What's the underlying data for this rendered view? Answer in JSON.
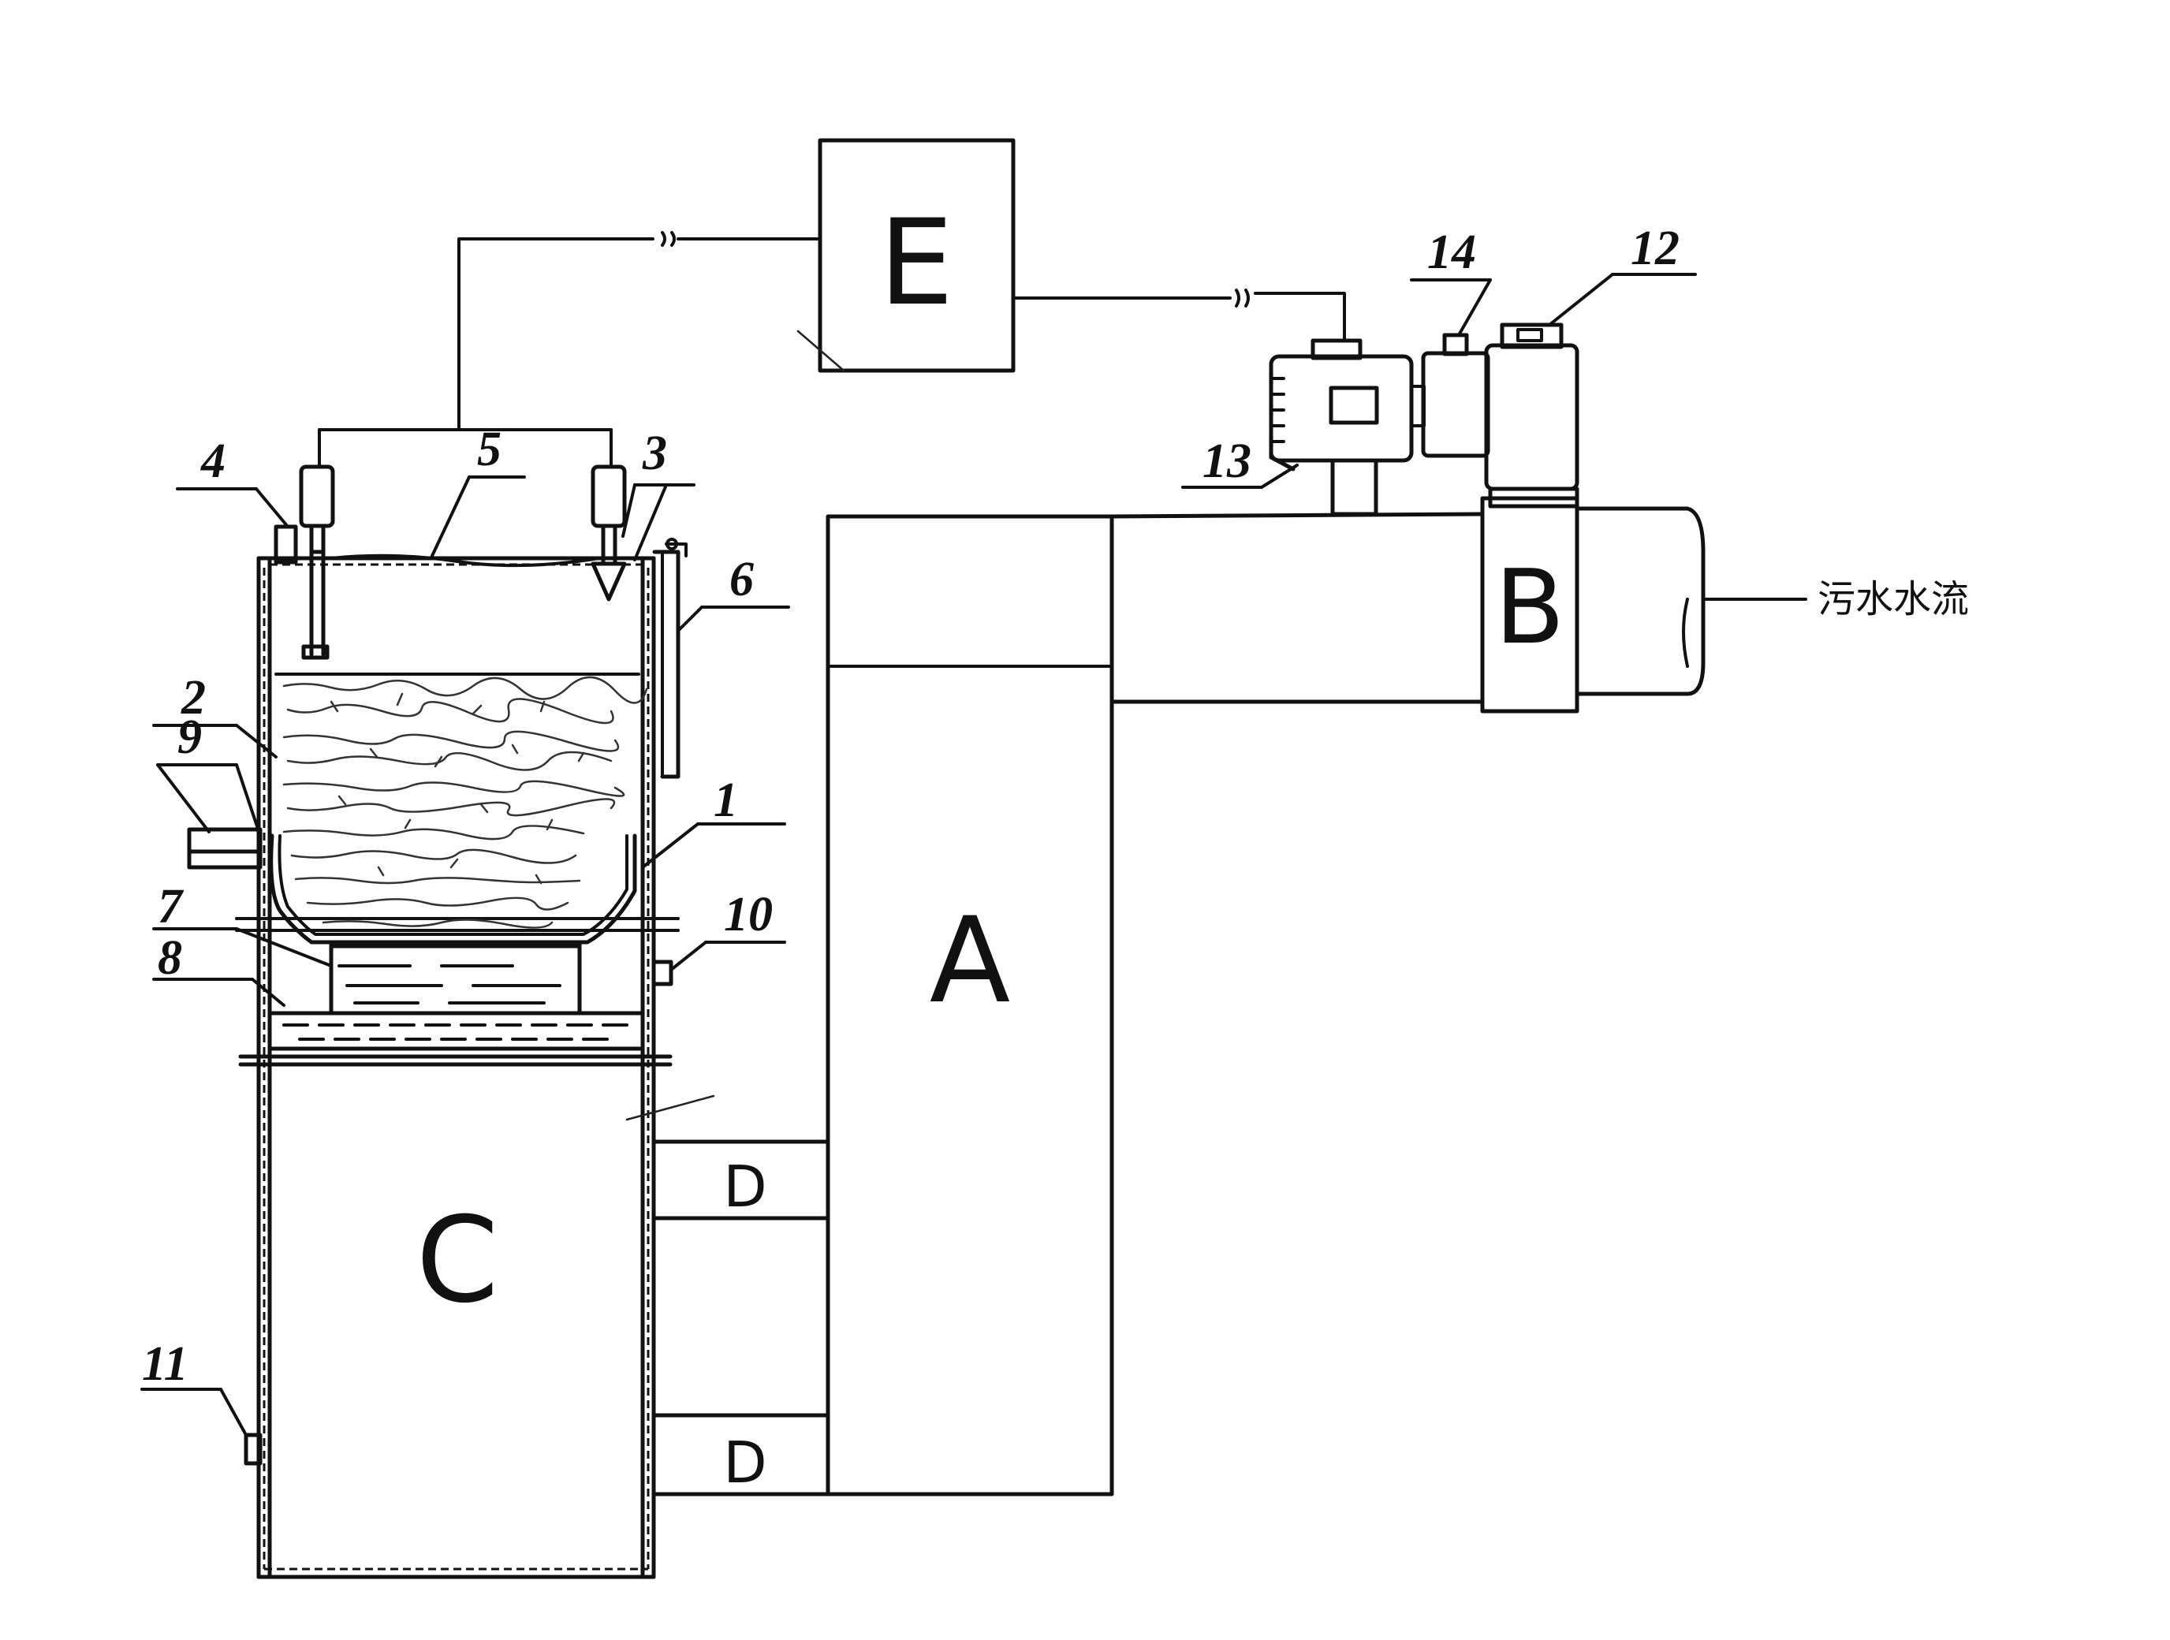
{
  "units": {
    "A": "A",
    "B": "B",
    "C": "C",
    "D_upper": "D",
    "D_lower": "D",
    "E": "E"
  },
  "callouts": {
    "n1": "1",
    "n2": "2",
    "n3": "3",
    "n4": "4",
    "n5": "5",
    "n6": "6",
    "n7": "7",
    "n8": "8",
    "n9": "9",
    "n10": "10",
    "n11": "11",
    "n12": "12",
    "n13": "13",
    "n14": "14"
  },
  "inflow_label": "污水水流",
  "colors": {
    "ink": "#111111",
    "paper": "#ffffff"
  }
}
